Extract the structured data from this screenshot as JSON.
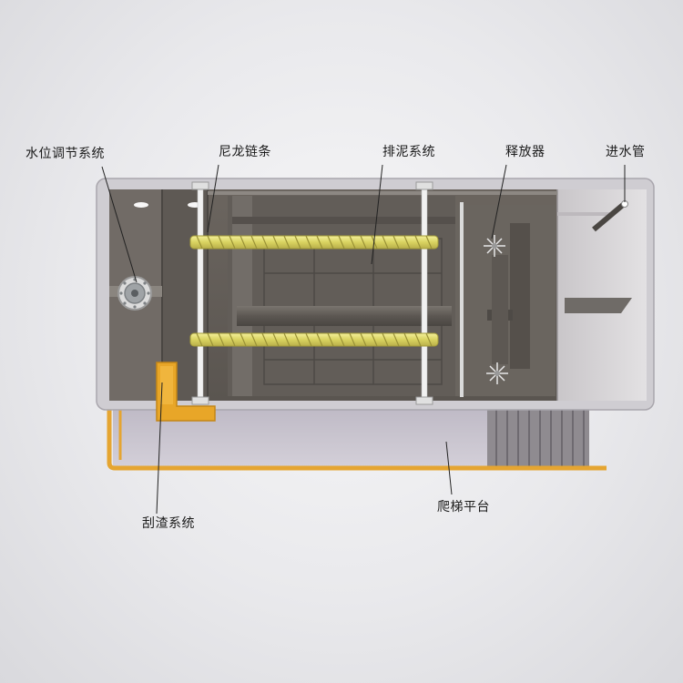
{
  "labels": {
    "water_level": "水位调节系统",
    "nylon_chain": "尼龙链条",
    "sludge_discharge": "排泥系统",
    "releaser": "释放器",
    "inlet_pipe": "进水管",
    "scum_scraper": "刮渣系统",
    "ladder_platform": "爬梯平台"
  }
}
